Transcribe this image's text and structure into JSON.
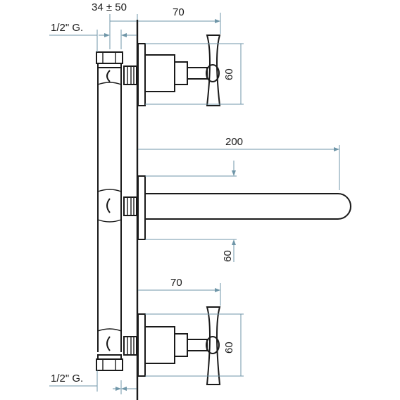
{
  "dimensions": {
    "wall_depth": "34 ± 50",
    "handle_offset_top": "70",
    "handle_offset_bottom": "70",
    "spout_length": "200",
    "handle_height_top": "60",
    "handle_height_bottom": "60",
    "spout_height": "60"
  },
  "connections": {
    "top_thread": "1/2\" G.",
    "bottom_thread": "1/2\" G."
  },
  "colors": {
    "line": "#1a1a1a",
    "dimension": "#6f96a8",
    "background": "#ffffff"
  }
}
